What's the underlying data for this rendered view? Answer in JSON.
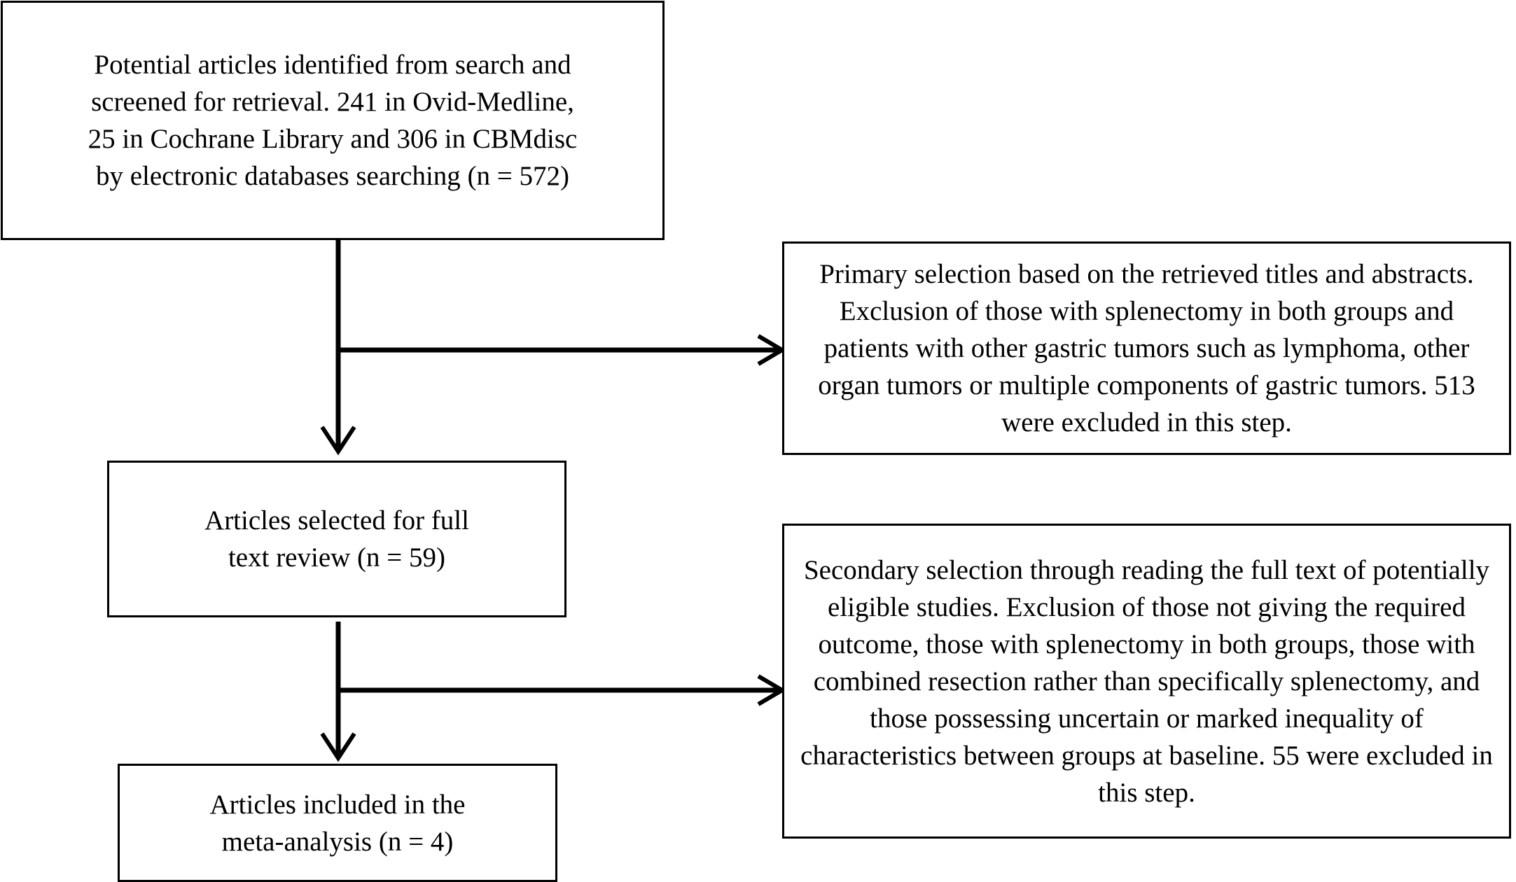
{
  "flowchart": {
    "boxes": {
      "identified": "Potential articles identified  from search and screened for retrieval. 241 in Ovid-Medline,  25 in Cochrane Library and 306 in CBMdisc by electronic databases searching (n = 572)",
      "primary_exclusion": "Primary selection based on the retrieved titles and abstracts. Exclusion of those with splenectomy in both groups and patients with other gastric tumors such as lymphoma,  other organ tumors or multiple  components of gastric tumors. 513 were excluded in this step.",
      "full_text": "Articles selected for full text review (n = 59)",
      "secondary_exclusion": "Secondary selection through reading the full text of potentially  eligible  studies. Exclusion of those not giving the required outcome, those with splenectomy in both groups, those with combined resection rather than specifically splenectomy, and those possessing uncertain or marked inequality  of characteristics between groups at baseline. 55 were excluded in this step.",
      "included": "Articles included in the meta-analysis (n = 4)"
    },
    "colors": {
      "line": "#000000",
      "box_border": "#000000",
      "background": "#ffffff"
    }
  }
}
